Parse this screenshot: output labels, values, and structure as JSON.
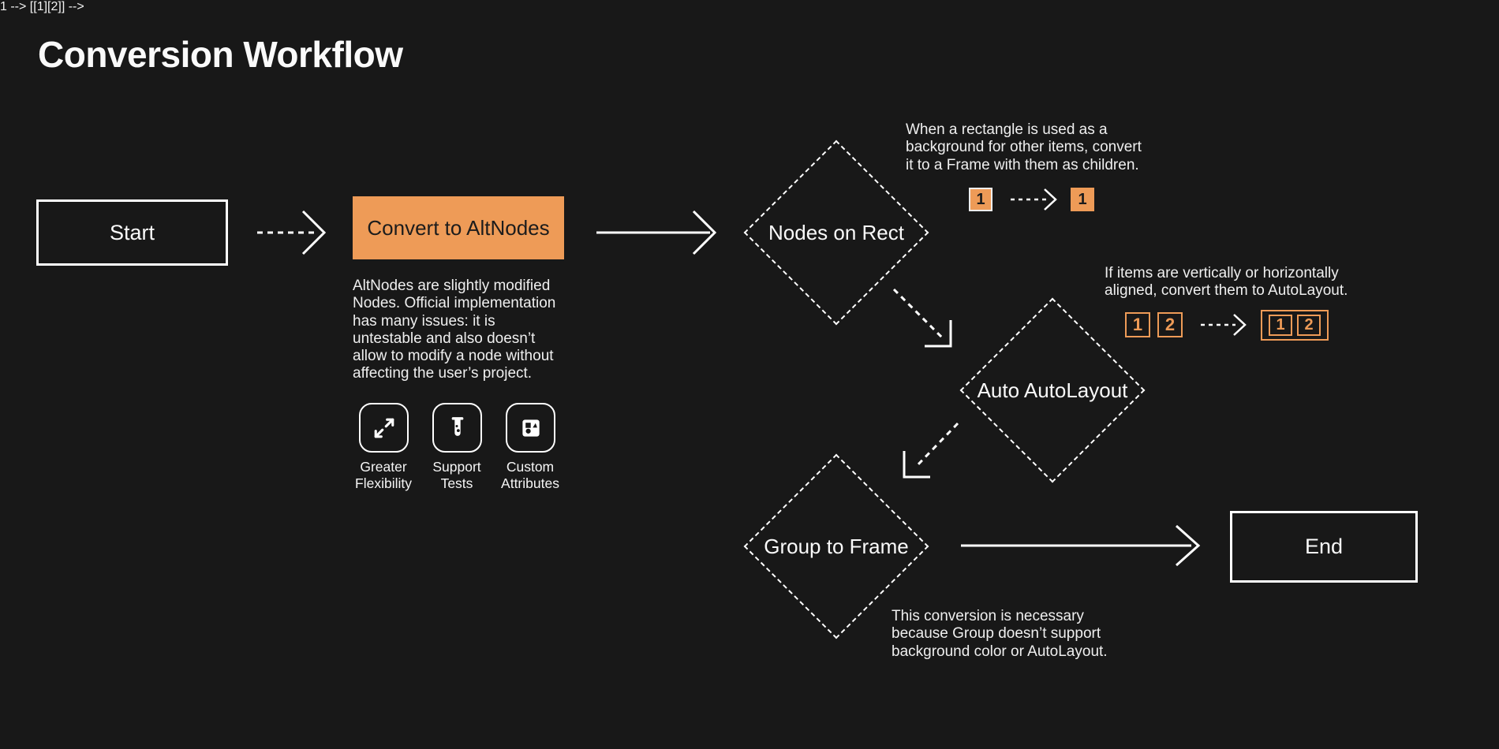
{
  "page": {
    "title": "Conversion Workflow"
  },
  "colors": {
    "background": "#181818",
    "accent_orange": "#EE9B57",
    "stroke_white": "#FFFFFF"
  },
  "nodes": {
    "start": "Start",
    "convert_to_altnodes": "Convert to AltNodes",
    "nodes_on_rect": "Nodes on Rect",
    "auto_autolayout": "Auto AutoLayout",
    "group_to_frame": "Group to Frame",
    "end": "End"
  },
  "notes": {
    "altnodes": "AltNodes are slightly modified\nNodes. Official implementation\nhas many issues: it is\nuntestable and also doesn’t\nallow to modify a node without\naffecting the user’s project.",
    "nodes_on_rect": "When a rectangle is used as a\nbackground for other items, convert\nit to a Frame with them as children.",
    "auto_autolayout": "If items are vertically or horizontally\naligned, convert them to AutoLayout.",
    "group_to_frame": "This conversion is necessary\nbecause Group doesn’t support\nbackground color or AutoLayout."
  },
  "features": [
    {
      "icon": "expand-arrows-icon",
      "label": "Greater\nFlexibility"
    },
    {
      "icon": "test-tube-icon",
      "label": "Support\nTests"
    },
    {
      "icon": "shapes-icon",
      "label": "Custom\nAttributes"
    }
  ],
  "demos": {
    "rect": {
      "before": "1",
      "after": "1"
    },
    "layout": {
      "before": [
        "1",
        "2"
      ],
      "after": [
        "1",
        "2"
      ]
    }
  }
}
